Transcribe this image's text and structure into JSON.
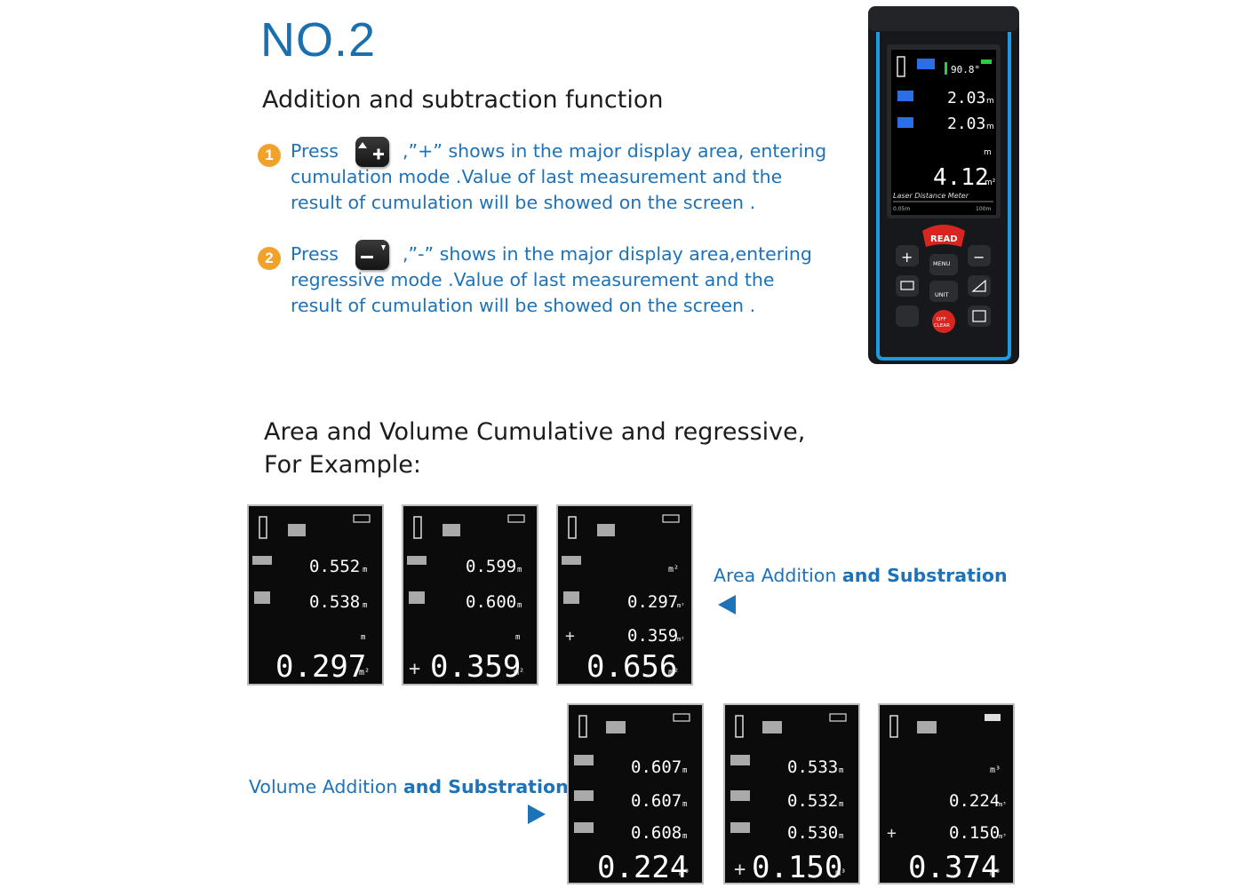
{
  "heading": "NO.2",
  "subheading": "Addition and subtraction function",
  "steps": [
    {
      "number": "1",
      "icon": "plus-key-icon",
      "lines": [
        "Press",
        ",”+” shows in the major display area, entering",
        "cumulation mode .Value of last measurement and the",
        "result of cumulation will be showed on the screen ."
      ]
    },
    {
      "number": "2",
      "icon": "minus-key-icon",
      "lines": [
        "Press",
        ",”-” shows in the major display area,entering",
        "regressive mode .Value of last measurement and the",
        "result of cumulation will be showed on the screen ."
      ]
    }
  ],
  "section2": {
    "line1": "Area and Volume Cumulative and regressive,",
    "line2": "For Example:"
  },
  "area_caption": {
    "part1": "Area Addition",
    "part2": "and Substration"
  },
  "volume_caption": {
    "part1": "Volume Addition",
    "part2": "and Substration"
  },
  "area_screens": [
    {
      "row1": "0.552",
      "row1_unit": "m",
      "row2": "0.538",
      "row2_unit": "m",
      "row3_unit": "m",
      "sign": "",
      "main": "0.297",
      "main_unit": "m²"
    },
    {
      "row1": "0.599",
      "row1_unit": "m",
      "row2": "0.600",
      "row2_unit": "m",
      "row3_unit": "m",
      "sign": "+",
      "main": "0.359",
      "main_unit": "m²"
    },
    {
      "row1_unit": "m²",
      "row2": "0.297",
      "row2_unit": "m²",
      "row3": "0.359",
      "row3_unit": "m²",
      "row3_sign": "+",
      "main": "0.656",
      "main_unit": "m²"
    }
  ],
  "volume_screens": [
    {
      "row1": "0.607",
      "row2": "0.607",
      "row3": "0.608",
      "unit": "m",
      "sign": "",
      "main": "0.224",
      "main_unit": "m³"
    },
    {
      "row1": "0.533",
      "row2": "0.532",
      "row3": "0.530",
      "unit": "m",
      "sign": "+",
      "main": "0.150",
      "main_unit": "m³"
    },
    {
      "row1_unit": "m³",
      "row2": "0.224",
      "row3": "0.150",
      "row3_sign": "+",
      "unit": "m³",
      "main": "0.374",
      "main_unit": "m³"
    }
  ],
  "device": {
    "angle": "90.8°",
    "row1": "2.03",
    "row2": "2.03",
    "unit": "m",
    "main": "4.12",
    "main_unit": "m²",
    "label": "Laser Distance Meter",
    "range_min": "0.05m",
    "range_max": "100m",
    "read_button": "READ",
    "menu_button": "MENU",
    "unit_button": "UNIT",
    "clear_button_top": "OFF",
    "clear_button_bottom": "CLEAR"
  },
  "colors": {
    "brand_blue": "#1d72b8",
    "heading_blue": "#1a6fae",
    "step_badge": "#f1a22a",
    "device_accent": "#1e9be0",
    "read_red": "#d8251f"
  }
}
